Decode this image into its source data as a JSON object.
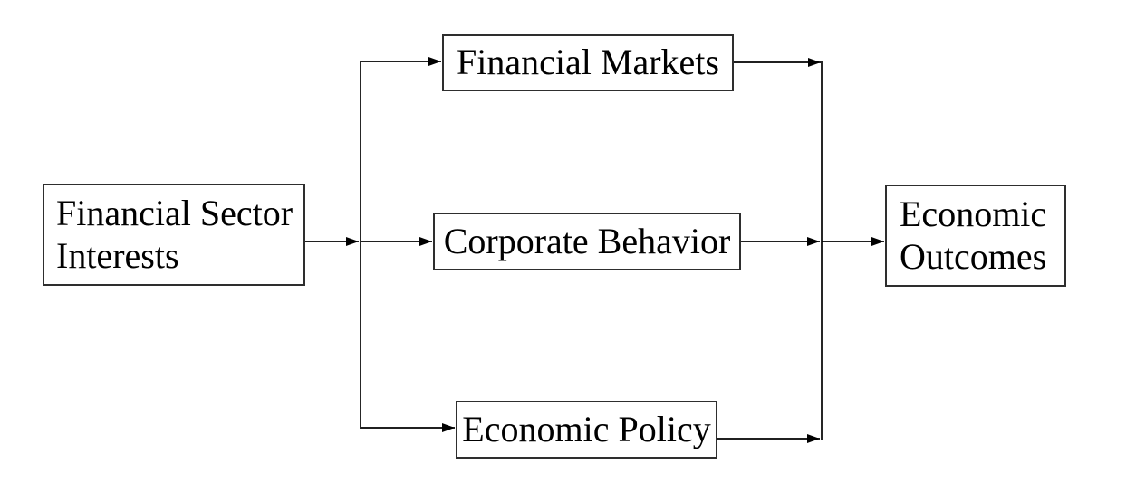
{
  "diagram": {
    "background_color": "#ffffff",
    "line_color": "#000000",
    "box_border_color": "#2e2e2e",
    "nodes": {
      "source": {
        "label": "Financial Sector\nInterests"
      },
      "mediator_top": {
        "label": "Financial Markets"
      },
      "mediator_middle": {
        "label": "Corporate Behavior"
      },
      "mediator_bottom": {
        "label": "Economic Policy"
      },
      "outcome": {
        "label": "Economic\nOutcomes"
      }
    },
    "edges": [
      "Financial Sector Interests -> Financial Markets",
      "Financial Sector Interests -> Corporate Behavior",
      "Financial Sector Interests -> Economic Policy",
      "Financial Markets -> Economic Outcomes",
      "Corporate Behavior -> Economic Outcomes",
      "Economic Policy -> Economic Outcomes"
    ]
  }
}
